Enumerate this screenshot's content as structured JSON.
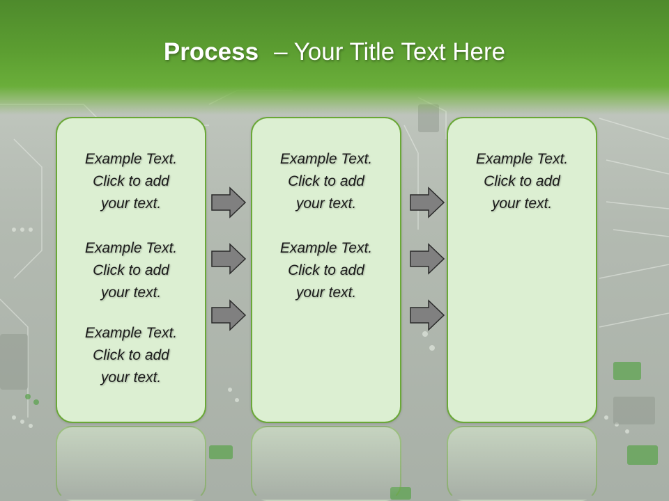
{
  "title": {
    "bold": "Process",
    "rest": "– Your Title Text Here"
  },
  "columns": [
    {
      "blocks": [
        {
          "line1": "Example Text.",
          "line2": "Click  to add",
          "line3": "your text."
        },
        {
          "line1": "Example Text.",
          "line2": "Click  to add",
          "line3": "your text."
        },
        {
          "line1": "Example Text.",
          "line2": "Click  to add",
          "line3": "your text."
        }
      ]
    },
    {
      "blocks": [
        {
          "line1": "Example Text.",
          "line2": "Click  to add",
          "line3": "your text."
        },
        {
          "line1": "Example Text.",
          "line2": "Click  to add",
          "line3": "your text."
        }
      ]
    },
    {
      "blocks": [
        {
          "line1": "Example Text.",
          "line2": "Click  to add",
          "line3": "your text."
        }
      ]
    }
  ],
  "colors": {
    "title_bar": "#5c9e31",
    "box_fill": "#dcefd2",
    "box_border": "#6aa837",
    "arrow_fill": "#808080"
  },
  "icons": {
    "arrow": "right-arrow-icon"
  }
}
